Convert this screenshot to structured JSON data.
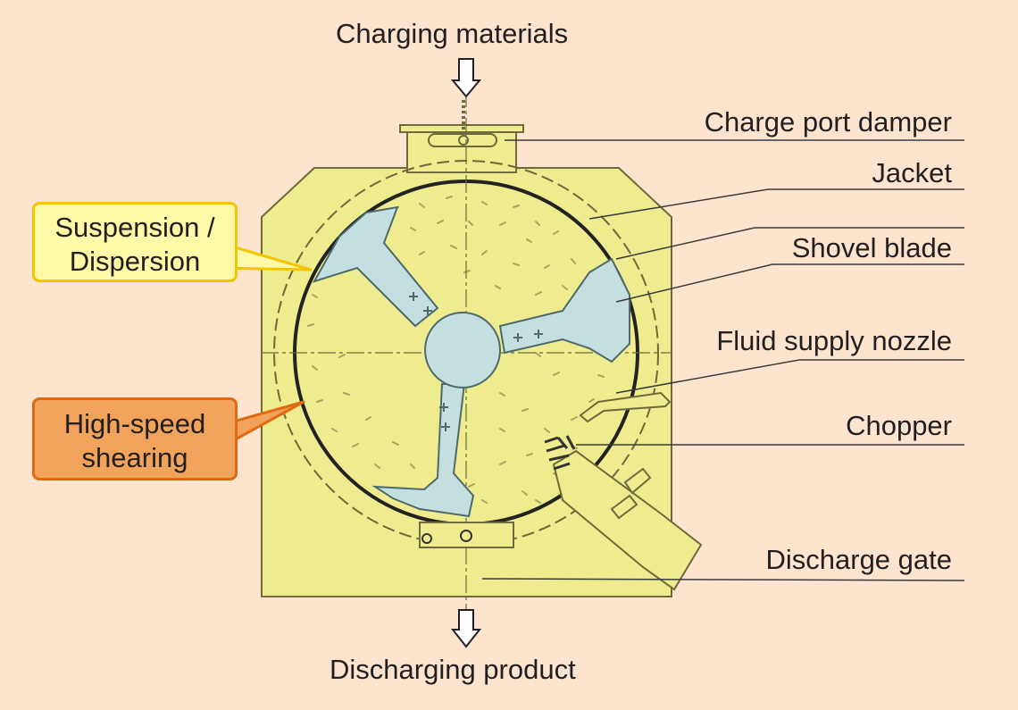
{
  "flows": {
    "input": "Charging materials",
    "output": "Discharging product"
  },
  "parts": {
    "charge_port_damper": "Charge port damper",
    "jacket": "Jacket",
    "shovel_blade": "Shovel blade",
    "fluid_supply_nozzle": "Fluid supply nozzle",
    "chopper": "Chopper",
    "discharge_gate": "Discharge gate"
  },
  "callouts": {
    "suspension": {
      "line1": "Suspension /",
      "line2": "Dispersion"
    },
    "shearing": {
      "line1": "High-speed",
      "line2": "shearing"
    }
  },
  "colors": {
    "background": "#fde4cf",
    "body": "#eeec8e",
    "blade": "#c5dfe0",
    "suspension_callout": "#fff9a8",
    "shearing_callout": "#f1a35b"
  }
}
